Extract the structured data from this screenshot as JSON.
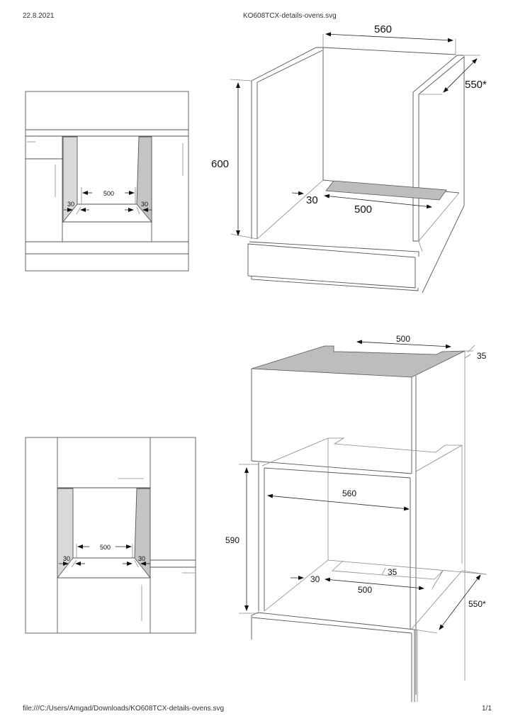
{
  "header": {
    "date": "22.8.2021",
    "title": "KO608TCX-details-ovens.svg"
  },
  "footer": {
    "path": "file:///C:/Users/Amgad/Downloads/KO608TCX-details-ovens.svg",
    "page": "1/1"
  },
  "diagrams": {
    "under_counter_front": {
      "width_label": "500",
      "left_gap_label": "30",
      "right_gap_label": "30"
    },
    "under_counter_iso": {
      "width_label": "560",
      "depth_label": "550*",
      "height_label": "600",
      "vent_offset_label": "30",
      "vent_width_label": "500"
    },
    "tall_cabinet_front": {
      "width_label": "500",
      "left_gap_label": "30",
      "right_gap_label": "30"
    },
    "tall_cabinet_iso": {
      "top_vent_width_label": "500",
      "top_vent_depth_label": "35",
      "width_label": "560",
      "height_label": "590",
      "vent_offset_label": "30",
      "vent_depth_label": "35",
      "vent_width_label": "500",
      "depth_label": "550*"
    }
  },
  "colors": {
    "line": "#555555",
    "vent_fill": "#c4c4c4",
    "panel_light": "#d9d9d9"
  }
}
